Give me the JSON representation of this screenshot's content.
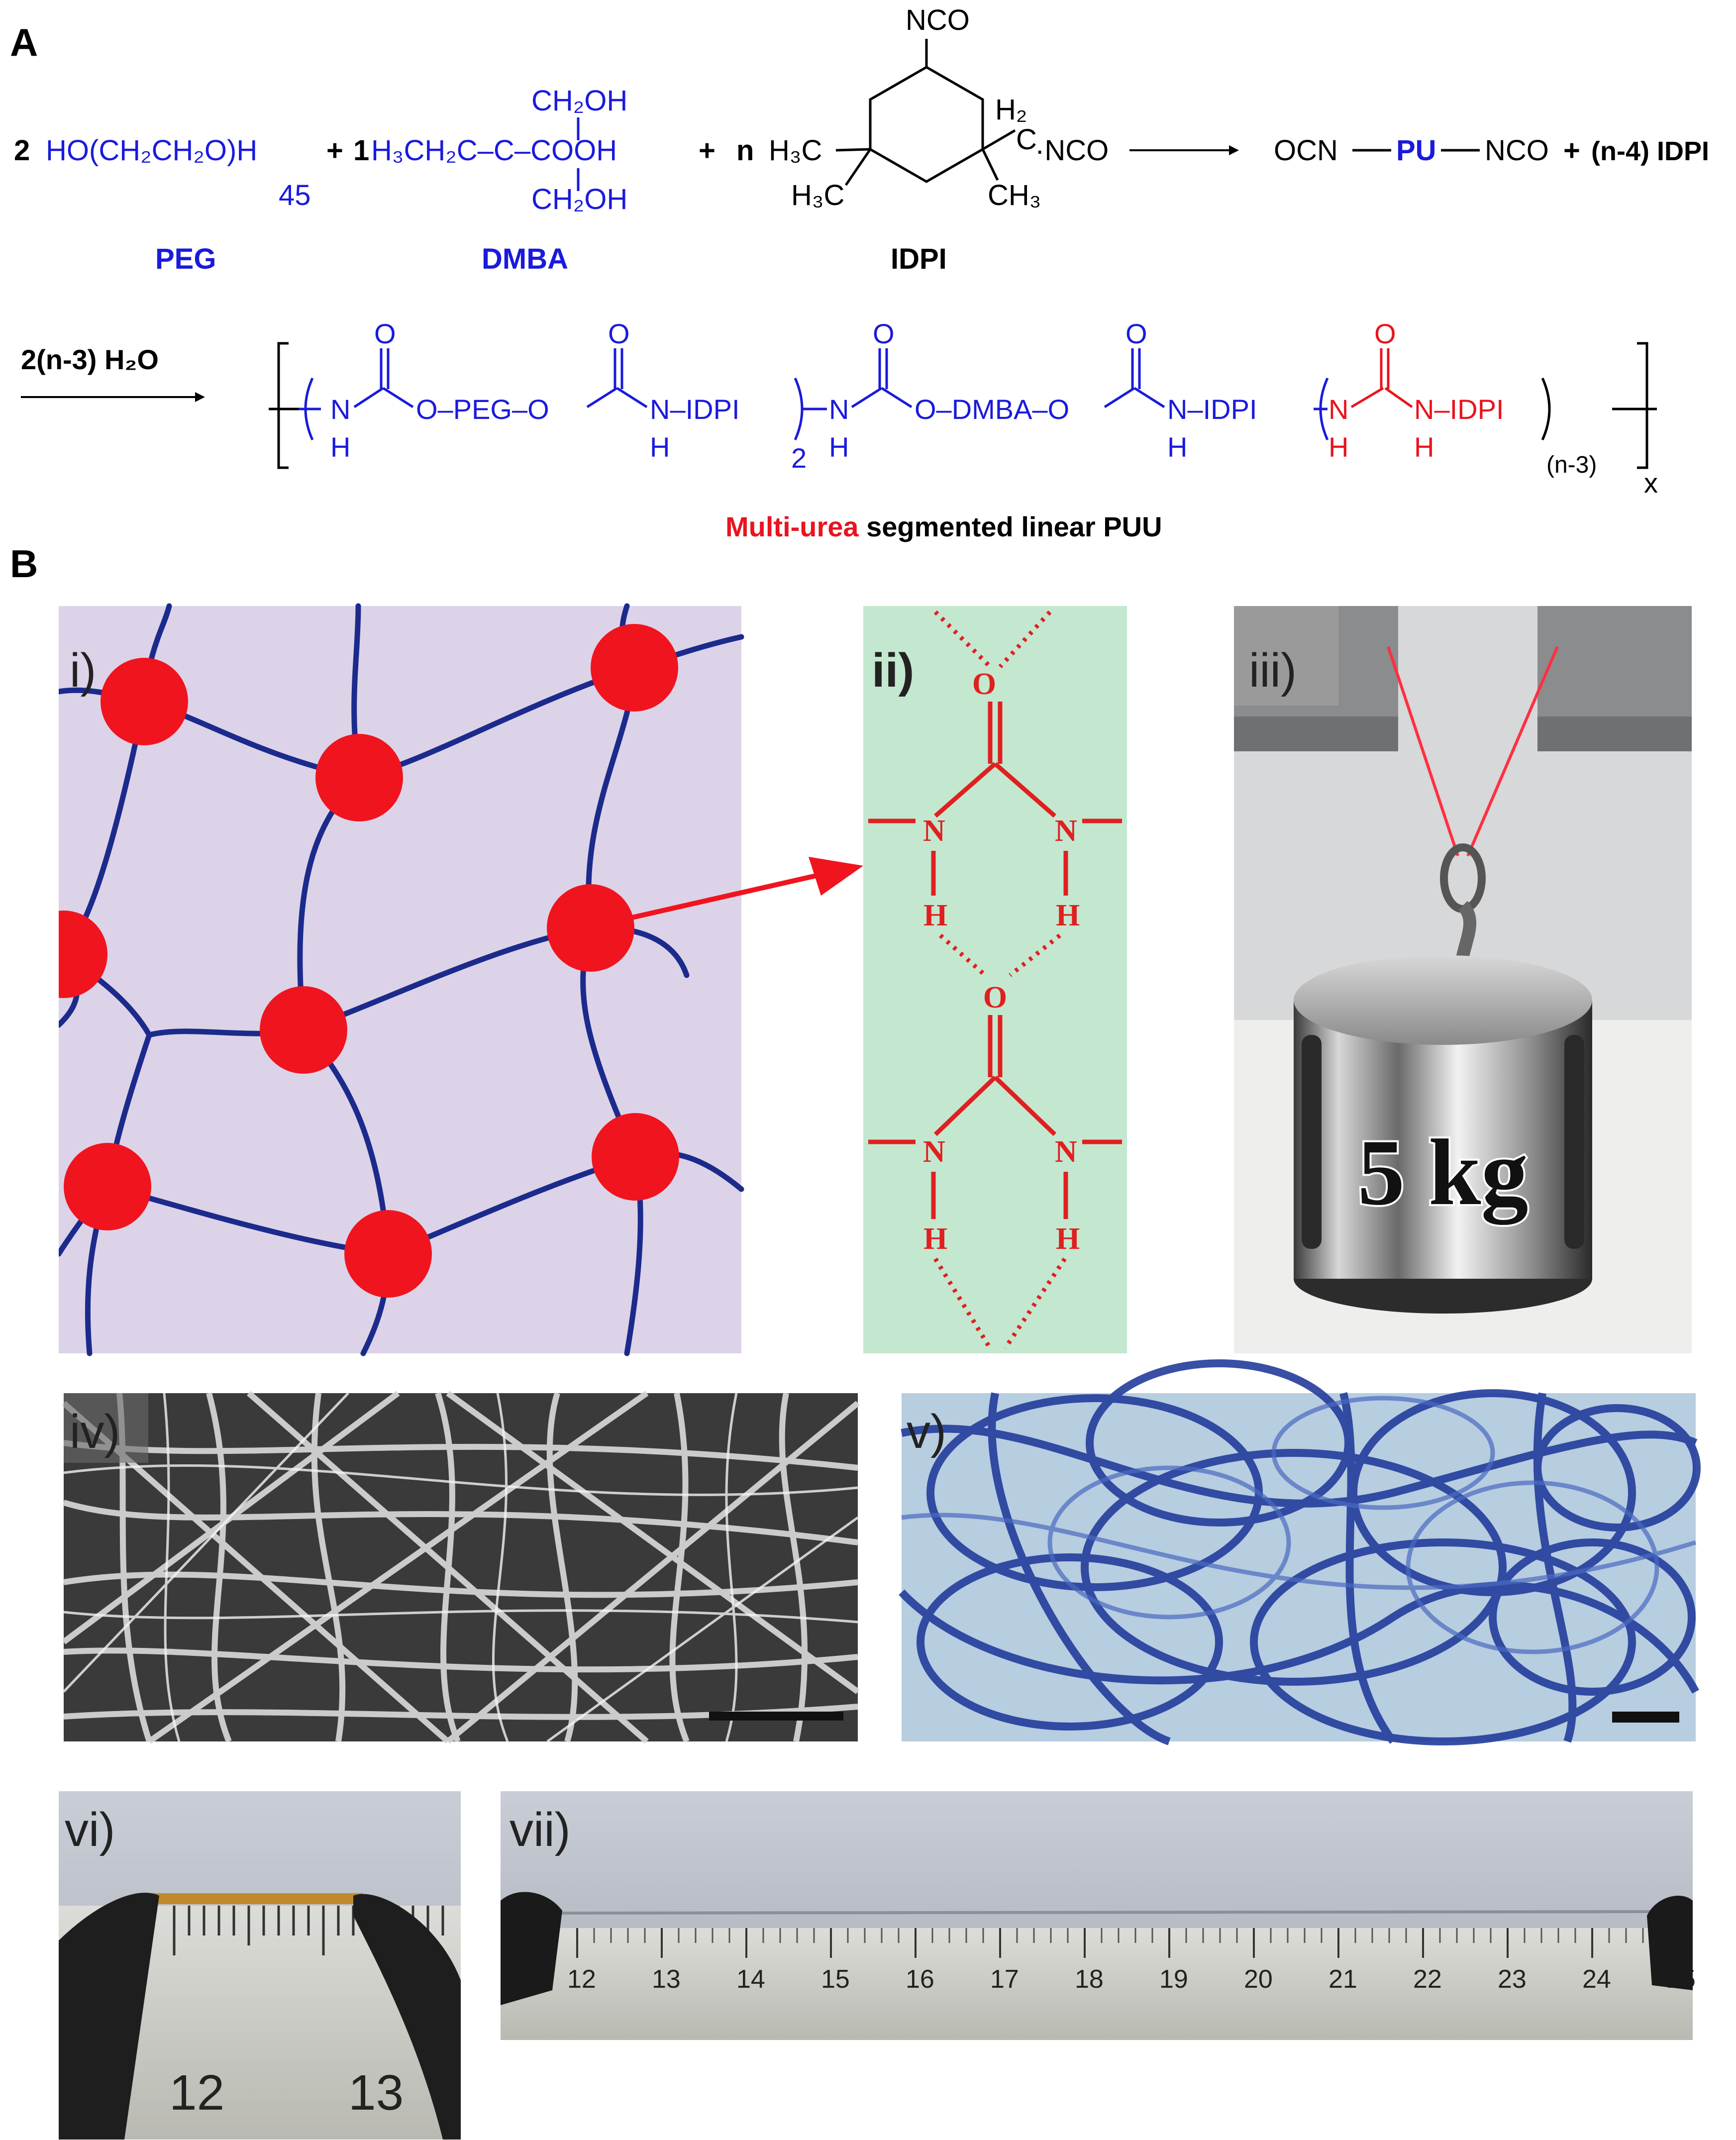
{
  "figure": {
    "panel_A": "A",
    "panel_B": "B",
    "scheme": {
      "row1": {
        "peg_coef": "2",
        "peg_formula": "HO(CH₂CH₂O)H",
        "peg_subscript": "45",
        "plus": "+",
        "dmba_coef": "1",
        "dmba_top": "CH₂OH",
        "dmba_mid": "H₃CH₂C–C–COOH",
        "dmba_bottom": "CH₂OH",
        "idpi_coef": "n",
        "idpi_nco_top": "NCO",
        "idpi_h3c_1": "H₃C",
        "idpi_h3c_2": "H₃C",
        "idpi_ch3": "CH₃",
        "idpi_ch2": "H₂",
        "idpi_c": "C",
        "idpi_nco_right": "·NCO",
        "product_left": "OCN",
        "product_pu": "PU",
        "product_right": "NCO",
        "byproduct": "(n-4) IDPI",
        "name_peg": "PEG",
        "name_dmba": "DMBA",
        "name_idpi": "IDPI"
      },
      "row2": {
        "reagent": "2(n-3) H₂O",
        "o": "O",
        "n": "N",
        "h": "H",
        "seq_1": "O–PEG–O",
        "seq_2": "N–IDPI",
        "sub_2": "2",
        "seq_3": "O–DMBA–O",
        "seq_4": "N–IDPI",
        "seq_5": "N–IDPI",
        "sub_n3": "(n-3)",
        "sub_x": "x",
        "caption_red": "Multi-urea",
        "caption_black": " segmented linear PUU"
      }
    },
    "panels": {
      "i": "i)",
      "ii": "ii)",
      "iii": "iii)",
      "iv": "iv)",
      "v": "v)",
      "vi": "vi)",
      "vii": "vii)"
    },
    "urea": {
      "o": "O",
      "n": "N",
      "h": "H"
    },
    "weight_label": "5 kg",
    "ruler_vi": [
      "12",
      "13"
    ],
    "ruler_vii": [
      "12",
      "13",
      "14",
      "15",
      "16",
      "17",
      "18",
      "19",
      "20",
      "21",
      "22",
      "23",
      "24",
      "25"
    ]
  },
  "colors": {
    "blue": "#1a1adc",
    "red": "#e8141e",
    "network_bg": "#dcd3e8",
    "network_line": "#1c2a8c",
    "urea_bg": "#c3e8cf",
    "urea_red": "#e02020",
    "fiber_blue": "#233c9c"
  }
}
